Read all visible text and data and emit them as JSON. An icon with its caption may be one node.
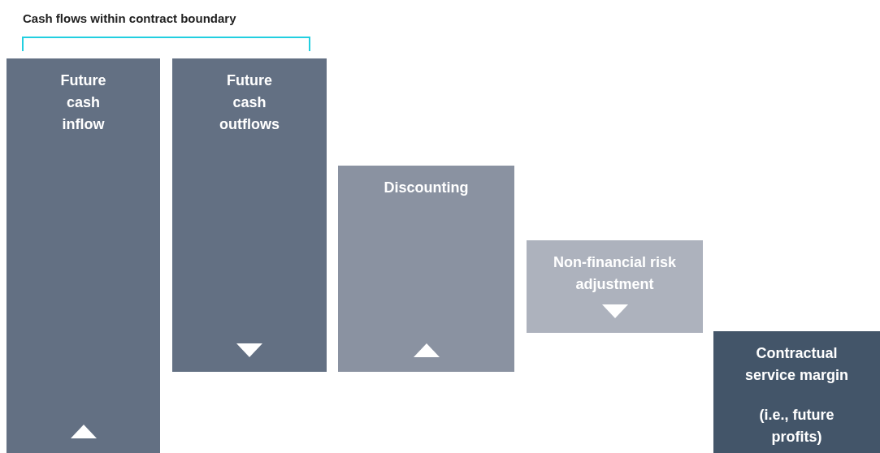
{
  "diagram": {
    "nodes": [
      {
        "text": [
          "Future cash inflow"
        ]
      },
      {
        "text": [
          "Future cash outflows"
        ]
      },
      {
        "text": [
          "Discounting"
        ]
      },
      {
        "text": [
          "Non-financial risk adjustment"
        ]
      },
      {
        "text": [
          "Contractual service margin",
          "(i.e., future profits)"
        ]
      }
    ],
    "labels": [
      "Cash flows within contract boundary"
    ]
  }
}
